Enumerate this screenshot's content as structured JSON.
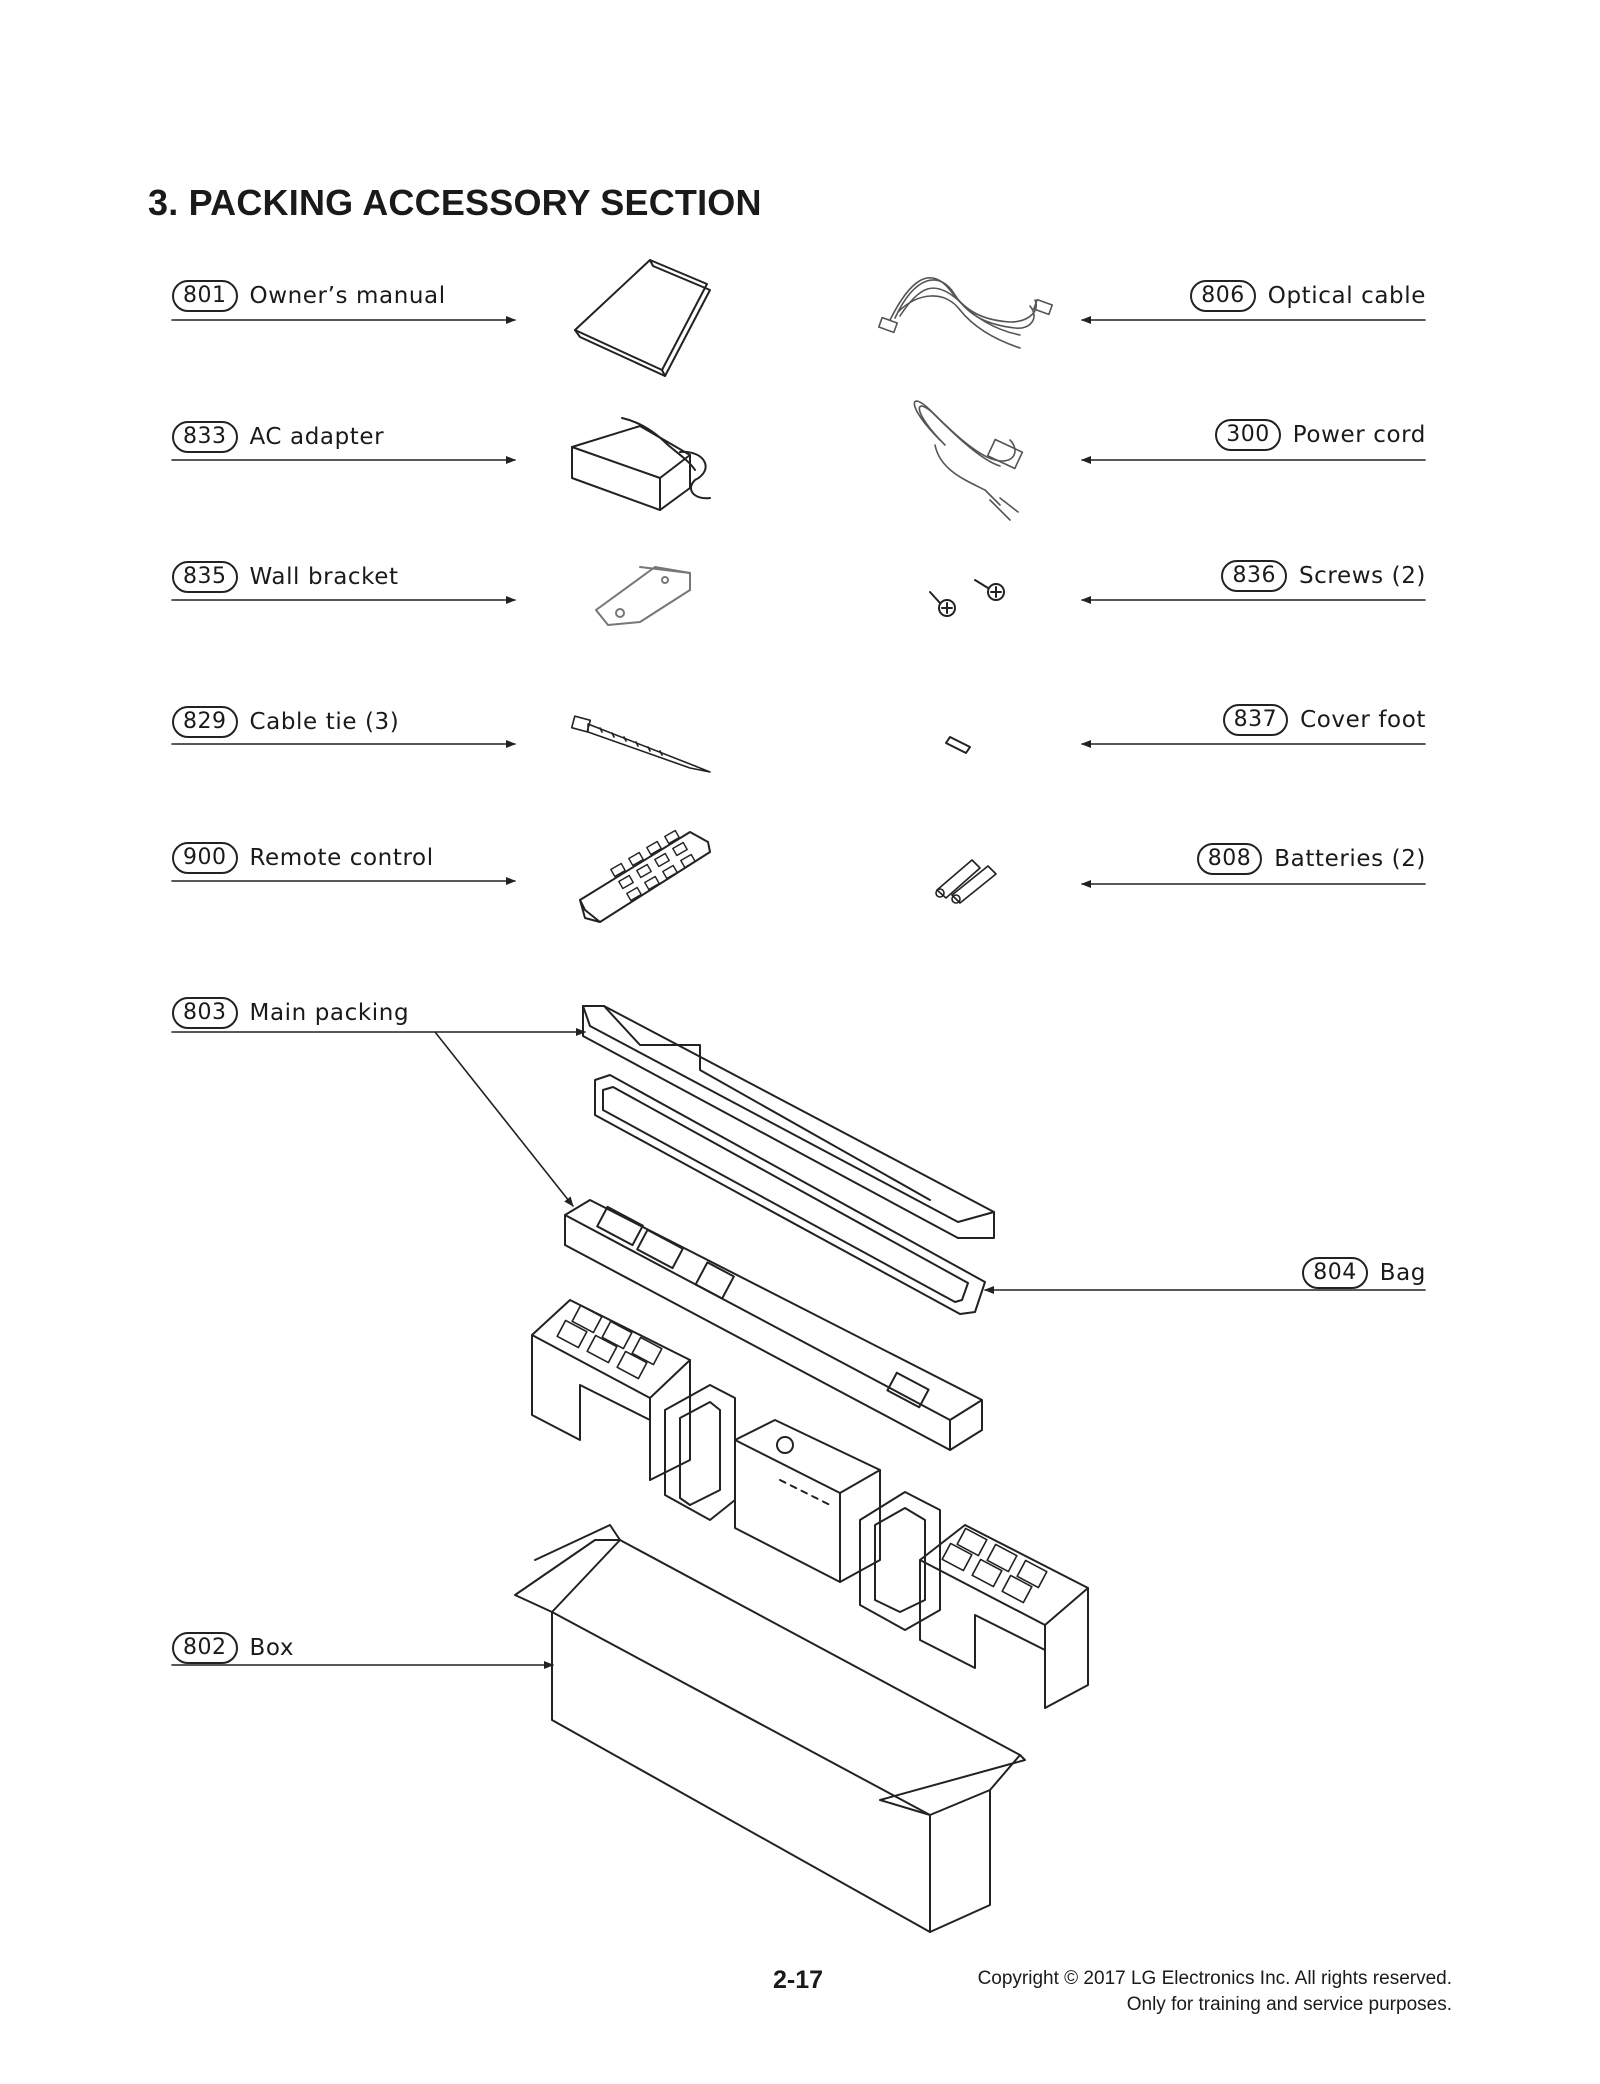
{
  "section_title": "3. PACKING ACCESSORY SECTION",
  "parts": {
    "owners_manual": {
      "code": "801",
      "name": "Owner’s manual"
    },
    "ac_adapter": {
      "code": "833",
      "name": "AC adapter"
    },
    "wall_bracket": {
      "code": "835",
      "name": "Wall bracket"
    },
    "cable_tie": {
      "code": "829",
      "name": "Cable tie (3)"
    },
    "remote_control": {
      "code": "900",
      "name": "Remote control"
    },
    "optical_cable": {
      "code": "806",
      "name": "Optical cable"
    },
    "power_cord": {
      "code": "300",
      "name": "Power cord"
    },
    "screws": {
      "code": "836",
      "name": "Screws (2)"
    },
    "cover_foot": {
      "code": "837",
      "name": "Cover foot"
    },
    "batteries": {
      "code": "808",
      "name": "Batteries (2)"
    },
    "main_packing": {
      "code": "803",
      "name": "Main packing"
    },
    "bag": {
      "code": "804",
      "name": "Bag"
    },
    "box": {
      "code": "802",
      "name": "Box"
    }
  },
  "footer": {
    "page_number": "2-17",
    "copyright": "Copyright © 2017 LG Electronics Inc. All rights reserved.",
    "notice": "Only for training and service purposes."
  }
}
